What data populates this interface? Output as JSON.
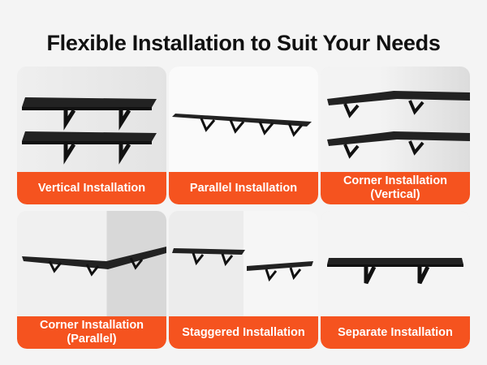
{
  "title": "Flexible Installation to Suit Your Needs",
  "accent": "#f5531f",
  "cards": [
    {
      "label": "Vertical Installation"
    },
    {
      "label": "Parallel Installation"
    },
    {
      "label": "Corner Installation (Vertical)"
    },
    {
      "label": "Corner Installation (Parallel)"
    },
    {
      "label": "Staggered Installation"
    },
    {
      "label": "Separate Installation"
    }
  ]
}
